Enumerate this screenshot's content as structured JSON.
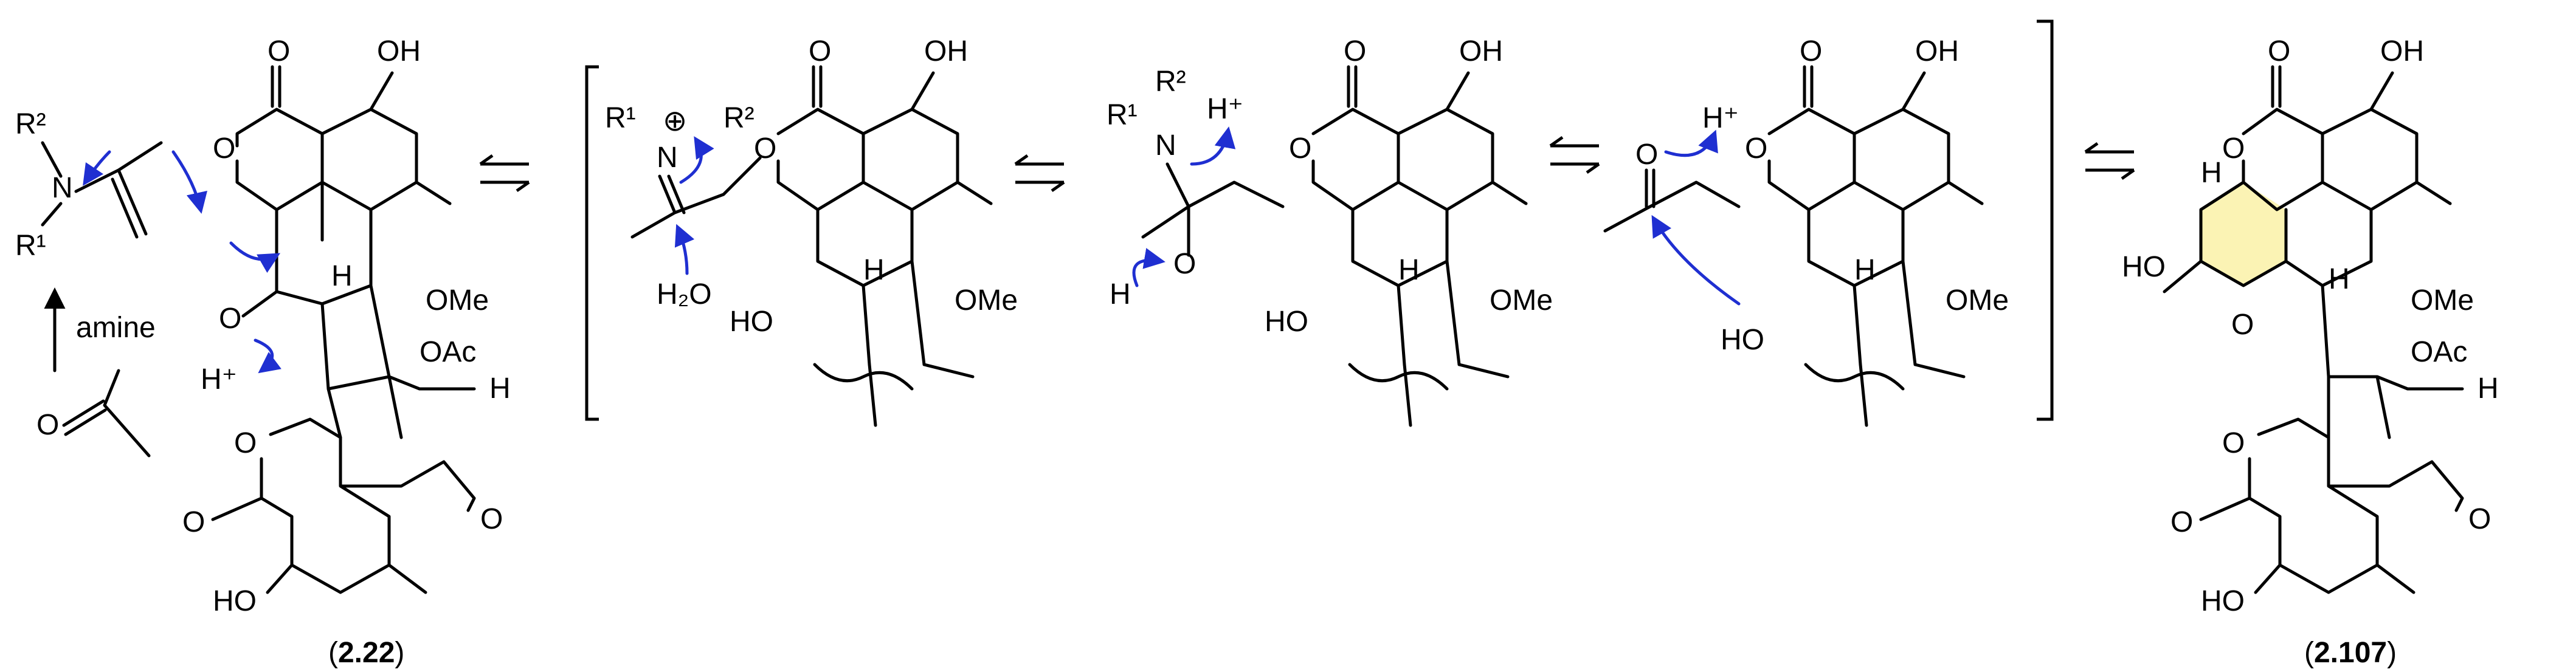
{
  "labels": {
    "R1": "R¹",
    "R2": "R²",
    "N": "N",
    "amine": "amine",
    "H2O": "H₂O",
    "Hplus": "H⁺",
    "O": "O",
    "OH": "OH",
    "HO": "HO",
    "OMe": "OMe",
    "OAc": "OAc",
    "H": "H",
    "oplus": "⊕"
  },
  "compounds": {
    "start": {
      "open": "(",
      "number": "2.22",
      "close": ")"
    },
    "product": {
      "open": "(",
      "number": "2.107",
      "close": ")"
    }
  },
  "colors": {
    "bond": "#000000",
    "arrow": "#1f2fd1",
    "ring_highlight": "#fbf3b4"
  }
}
